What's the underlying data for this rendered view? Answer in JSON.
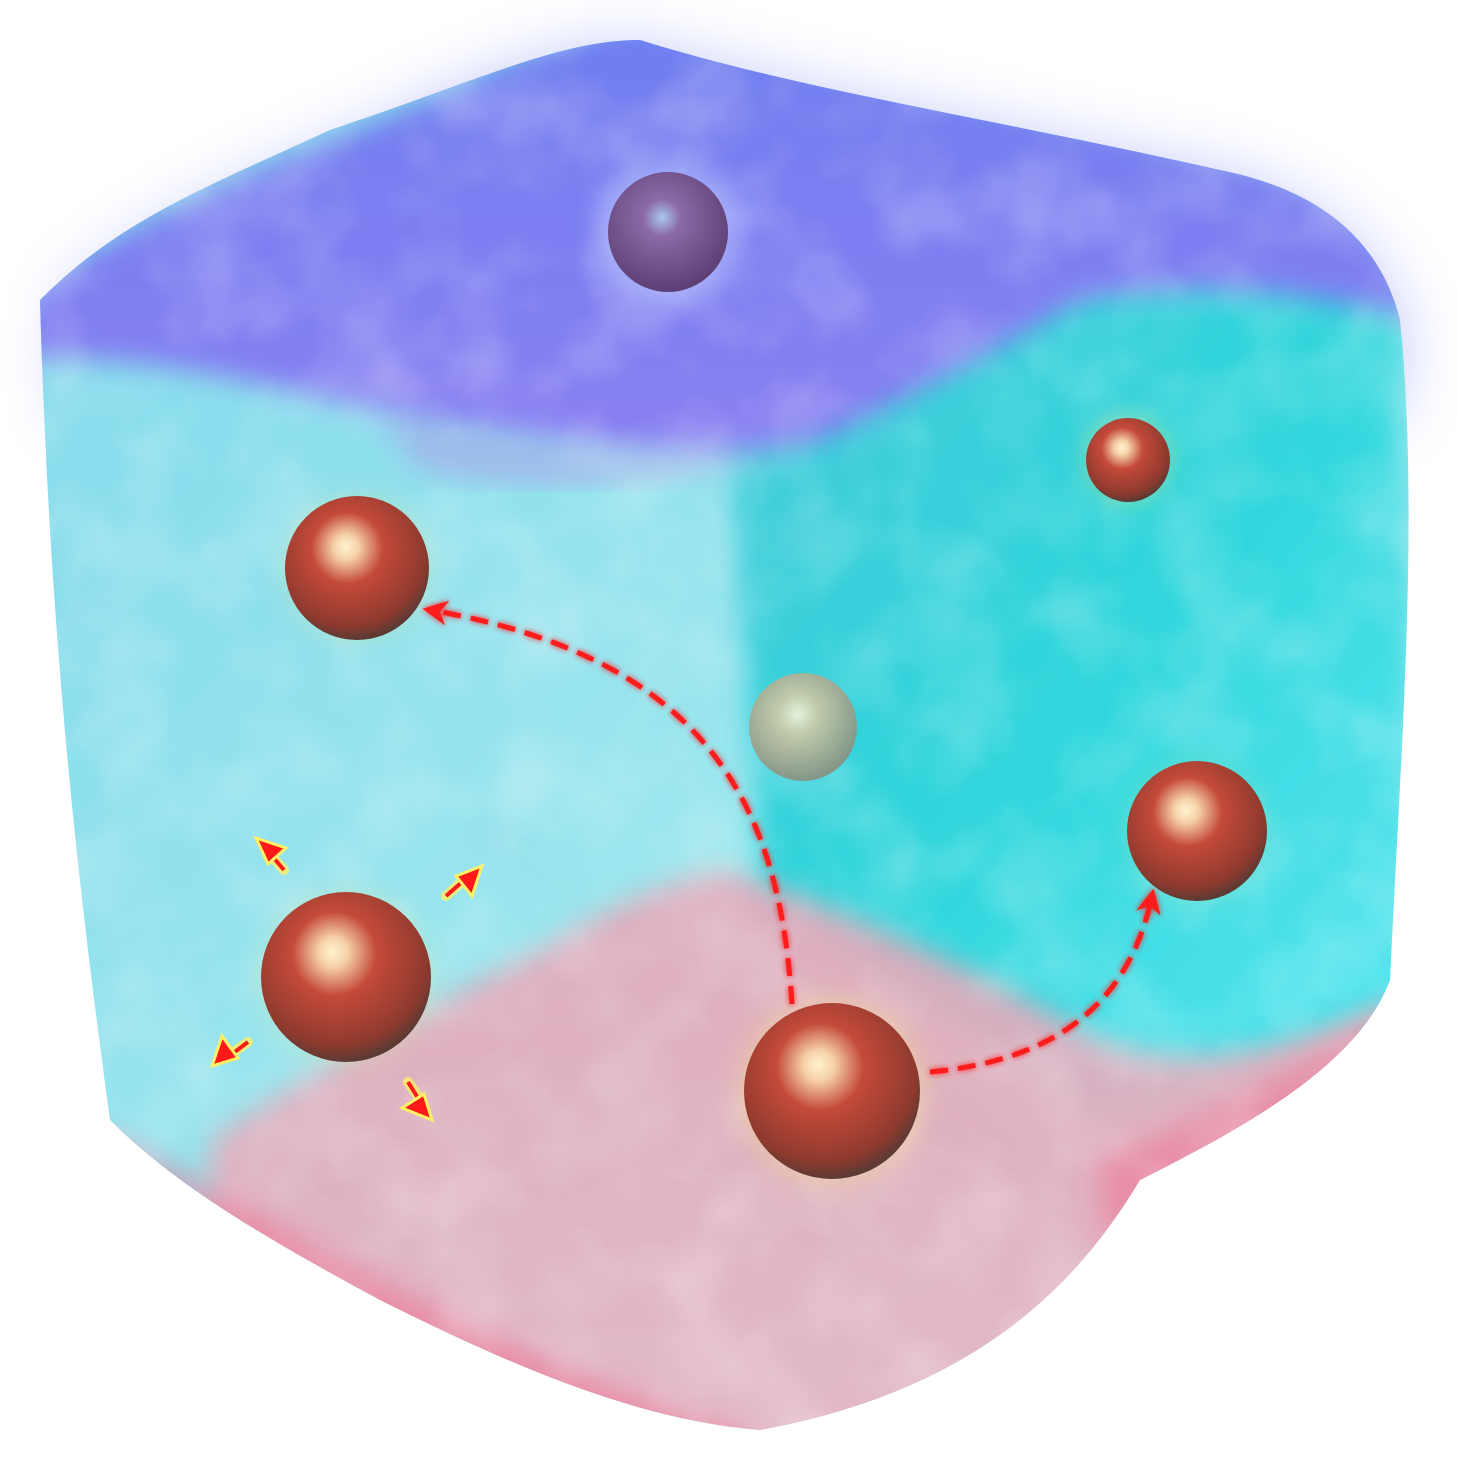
{
  "scene": {
    "subject": "translucent-lattice-cube",
    "background_color": "#ffffff",
    "face_colors": {
      "top": "#6f7ef0",
      "top_edge": "#8a7ff2",
      "left": "#9fe8ee",
      "right": "#2fd6dc",
      "bottom": "#e4a7b8",
      "bottom_edge": "#f06a8c"
    },
    "sphere_color": "#c44a3a",
    "sphere_highlight": "#fff3d0",
    "arrow_color": "#ff1a1a",
    "arrow_glow": "#fff066",
    "sphere_count": 7,
    "hop_path_count": 2,
    "vibration_arrow_count": 4
  }
}
